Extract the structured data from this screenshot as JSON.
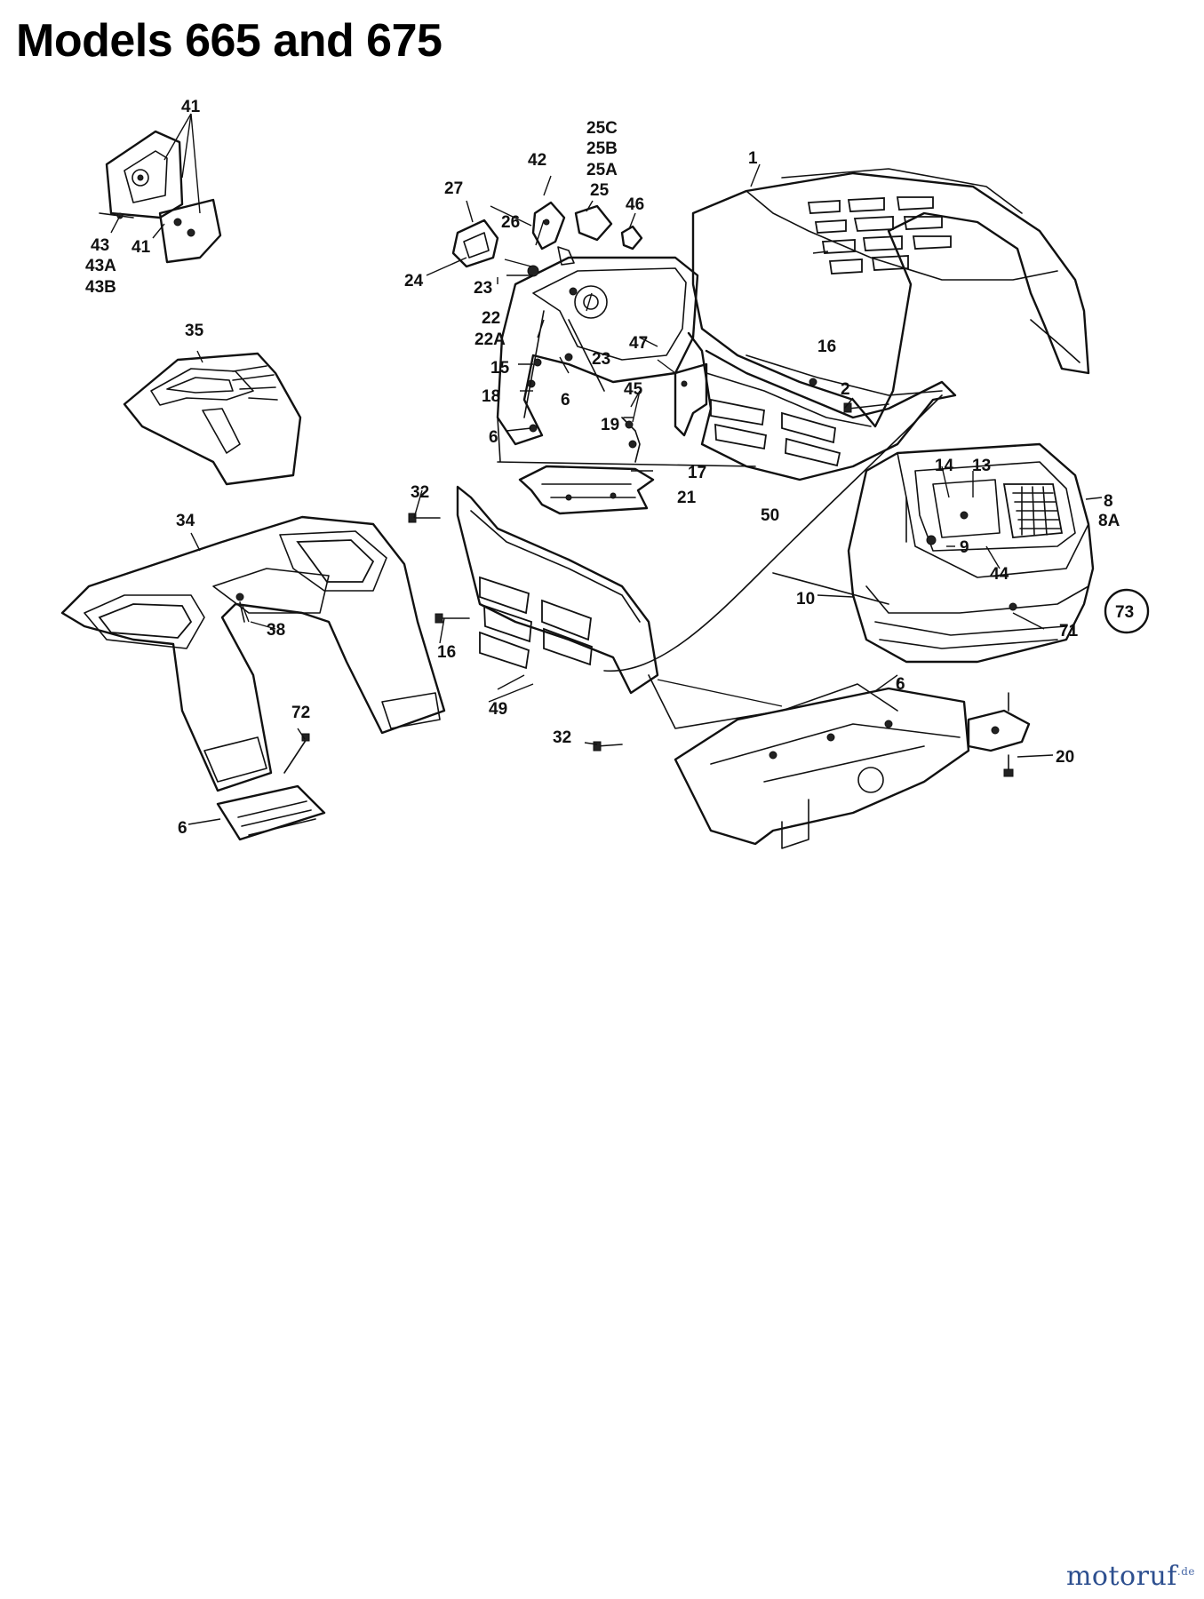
{
  "title": "Models 665 and 675",
  "watermark": {
    "name": "motoruf",
    "tld": ".de"
  },
  "callouts": {
    "c1": "1",
    "c2": "2",
    "c6a": "6",
    "c6b": "6",
    "c6c": "6",
    "c6d": "6",
    "c8": "8",
    "c8A": "8A",
    "c9": "9",
    "c10": "10",
    "c13": "13",
    "c14": "14",
    "c15": "15",
    "c16a": "16",
    "c16b": "16",
    "c17": "17",
    "c18": "18",
    "c19": "19",
    "c20": "20",
    "c21": "21",
    "c22": "22",
    "c22A": "22A",
    "c23a": "23",
    "c23b": "23",
    "c24": "24",
    "c25": "25",
    "c25A": "25A",
    "c25B": "25B",
    "c25C": "25C",
    "c26": "26",
    "c27": "27",
    "c32a": "32",
    "c32b": "32",
    "c34": "34",
    "c35": "35",
    "c38": "38",
    "c41a": "41",
    "c41b": "41",
    "c42": "42",
    "c43": "43",
    "c43A": "43A",
    "c43B": "43B",
    "c44": "44",
    "c45": "45",
    "c46": "46",
    "c47": "47",
    "c49": "49",
    "c50": "50",
    "c71": "71",
    "c72": "72",
    "c73": "73"
  }
}
